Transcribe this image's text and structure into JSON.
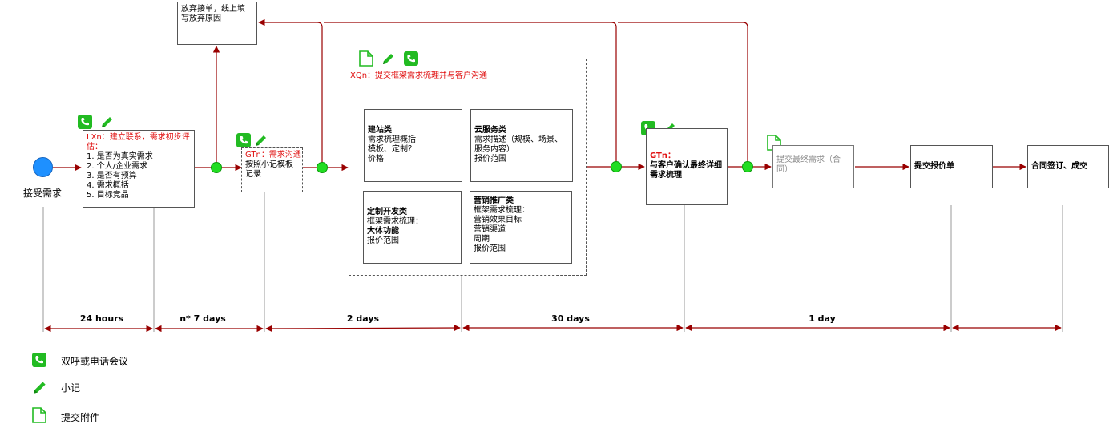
{
  "start_label": "接受需求",
  "abandon_box": [
    "放弃接单，线上填",
    "写放弃原因"
  ],
  "lx_box": {
    "title": "LXn：建立联系，需求初步评估：",
    "items": [
      "1. 是否为真实需求",
      "2. 个人/企业需求",
      "3. 是否有预算",
      "4. 需求概括",
      "5. 目标竞品"
    ]
  },
  "gt1_box": {
    "title": "GTn：需求沟通",
    "body": [
      "按照小记模板",
      "记录"
    ]
  },
  "xq_group": {
    "title": "XQn：提交框架需求梳理并与客户沟通",
    "cards": [
      {
        "title": "建站类",
        "lines": [
          "需求梳理概括",
          "模板、定制？",
          "价格"
        ]
      },
      {
        "title": "云服务类",
        "lines": [
          "需求描述（规模、场景、",
          "服务内容）",
          "报价范围"
        ]
      },
      {
        "title": "定制开发类",
        "lines": [
          "框架需求梳理：",
          "大体功能",
          "报价范围"
        ],
        "bold_line": 1
      },
      {
        "title": "营销推广类",
        "lines": [
          "框架需求梳理：",
          "营销效果目标",
          "营销渠道",
          "周期",
          "报价范围"
        ]
      }
    ]
  },
  "gt2_box": {
    "title": "GTn：",
    "body": [
      "与客户确认最终详细",
      "需求梳理"
    ]
  },
  "final_req_box": [
    "提交最终需求（合",
    "同）"
  ],
  "quote_box": "提交报价单",
  "contract_box": "合同签订、成交",
  "durations": [
    "24 hours",
    "n* 7 days",
    "2 days",
    "30 days",
    "1 day"
  ],
  "legend": [
    {
      "icon": "phone-icon",
      "label": "双呼或电话会议"
    },
    {
      "icon": "pencil-icon",
      "label": "小记"
    },
    {
      "icon": "document-icon",
      "label": "提交附件"
    }
  ],
  "colors": {
    "flow": "#990000",
    "node": "#22dd22",
    "start": "#1e90ff",
    "icon": "#22bb22",
    "highlight": "#e01010"
  }
}
